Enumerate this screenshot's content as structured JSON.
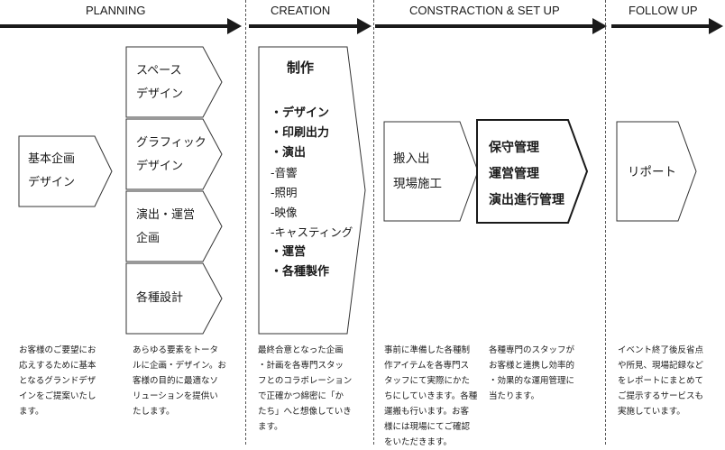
{
  "phases": [
    {
      "label": "PLANNING"
    },
    {
      "label": "CREATION"
    },
    {
      "label": "CONSTRACTION & SET UP"
    },
    {
      "label": "FOLLOW UP"
    }
  ],
  "planning": {
    "basic_design": [
      "基本企画",
      "デザイン"
    ],
    "space_design": [
      "スペース",
      "デザイン"
    ],
    "graphic_design": [
      "グラフィック",
      "デザイン"
    ],
    "direction": [
      "演出・運営",
      "企画"
    ],
    "detail_design": [
      "各種設計"
    ]
  },
  "creation": {
    "title": "制作",
    "items": [
      "・デザイン",
      "・印刷出力",
      "・演出",
      "-音響",
      "-照明",
      "-映像",
      "-キャスティング",
      "・運営",
      "・各種製作"
    ]
  },
  "construction": {
    "setup_box": [
      "搬入出",
      "現場施工"
    ],
    "management_box": [
      "保守管理",
      "運営管理",
      "演出進行管理"
    ]
  },
  "followup": {
    "report": "リポート"
  },
  "descriptions": {
    "col1": [
      "お客様のご要望にお",
      "応えするために基本",
      "となるグランドデザ",
      "インをご提案いたし",
      "ます。"
    ],
    "col2": [
      "あらゆる要素をトータ",
      "ルに企画・デザイン。お",
      "客様の目的に最適なソ",
      "リューションを提供い",
      "たします。"
    ],
    "col3": [
      "最終合意となった企画",
      "・計画を各専門スタッ",
      "フとのコラボレーション",
      "で正確かつ綿密に「か",
      "たち」へと想像していき",
      "ます。"
    ],
    "col4": [
      "事前に準備した各種制",
      "作アイテムを各専門ス",
      "タッフにて実際にかた",
      "ちにしていきます。各種",
      "運搬も行います。お客",
      "様には現場にてご確認",
      "をいただきます。"
    ],
    "col5": [
      "各種専門のスタッフが",
      "お客様と連携し効率的",
      "・効果的な運用管理に",
      "当たります。"
    ],
    "col6": [
      "イベント終了後反省点",
      "や所見、現場記録など",
      "をレポートにまとめて",
      "ご提示するサービスも",
      "実施しています。"
    ]
  }
}
